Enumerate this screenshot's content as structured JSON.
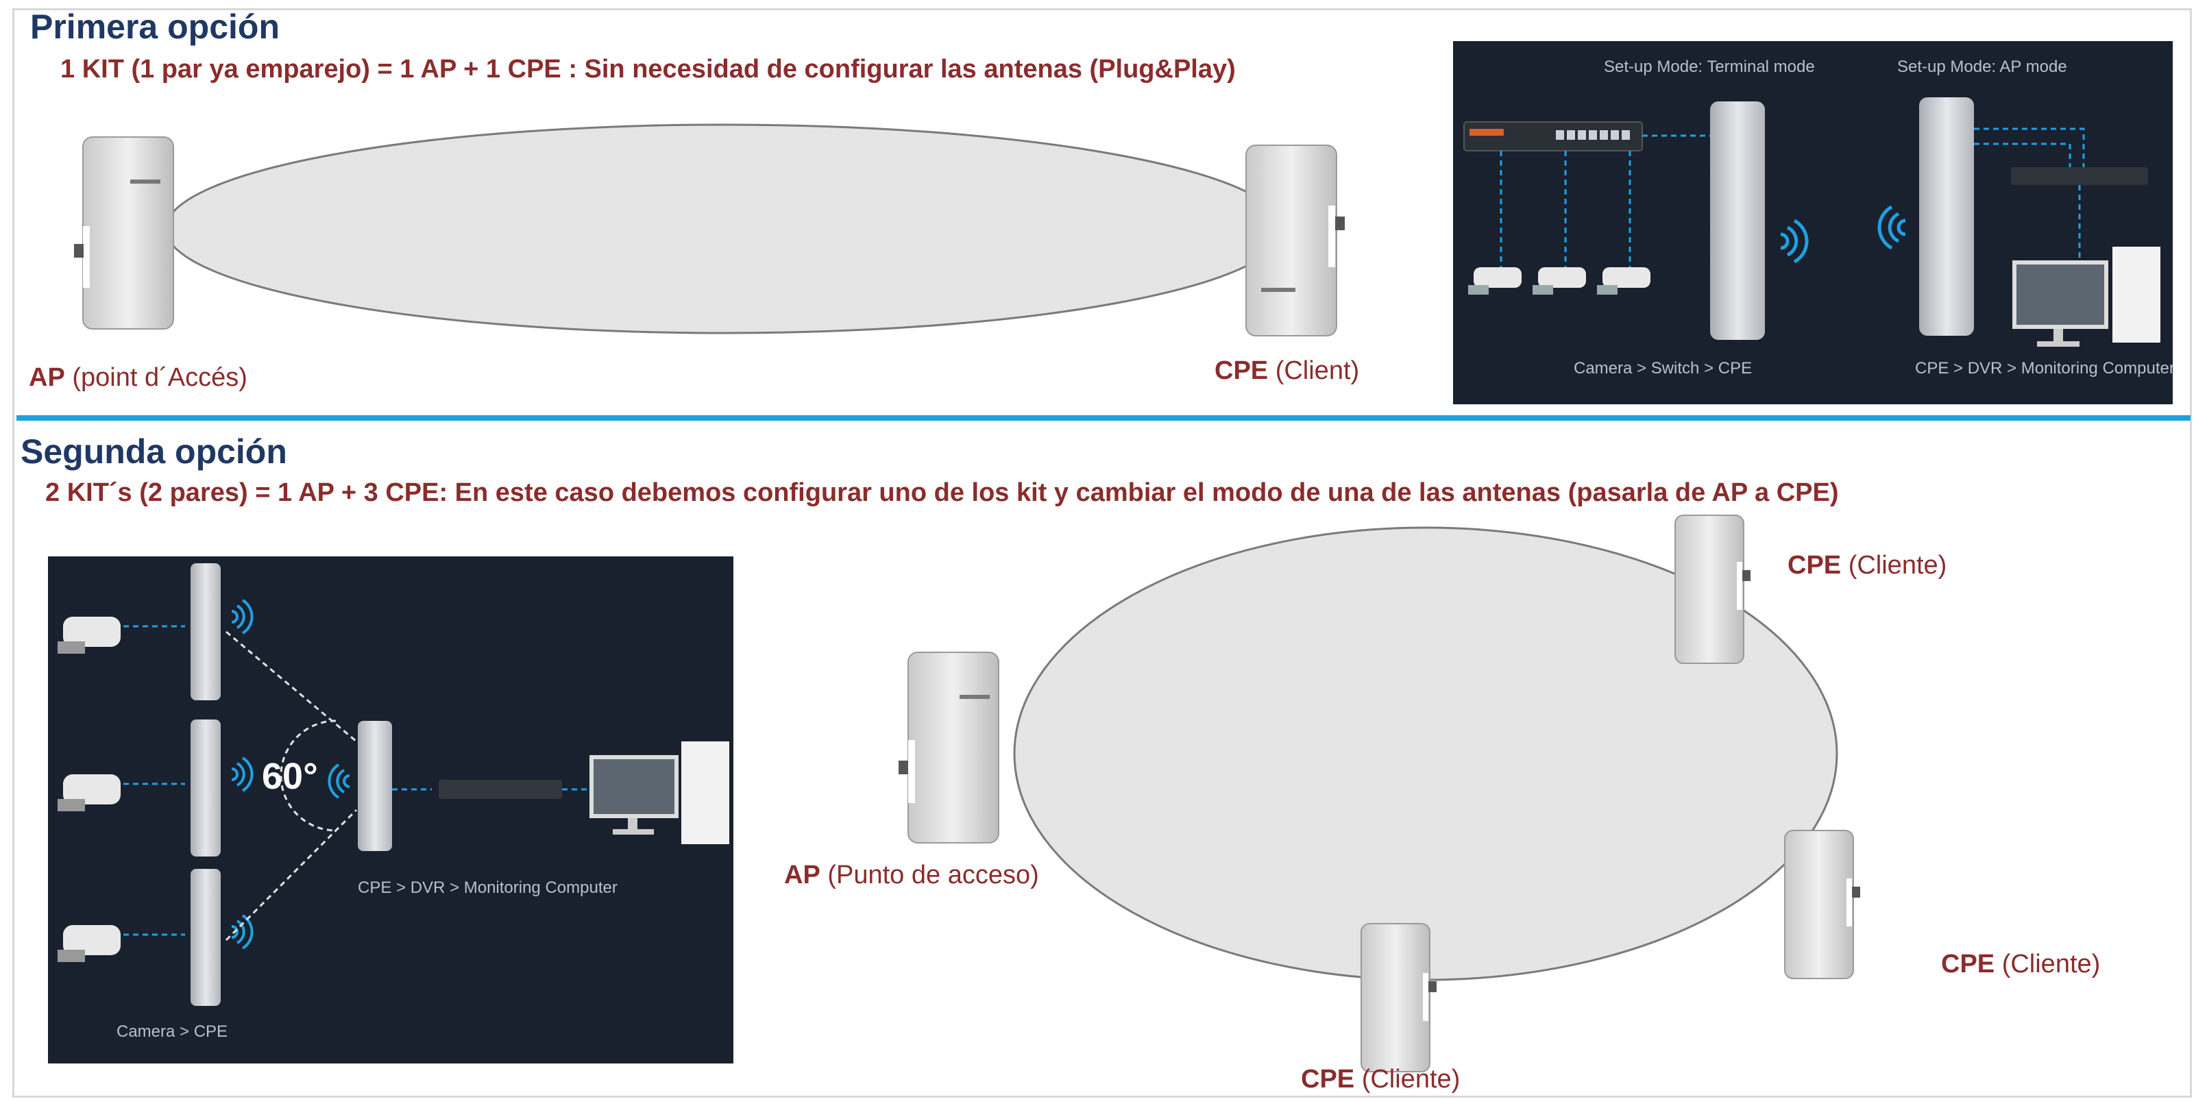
{
  "section1": {
    "title": "Primera opción",
    "subtitle": "1 KIT (1 par  ya emparejo) = 1 AP + 1 CPE : Sin necesidad de configurar las antenas (Plug&Play)",
    "ap_label_bold": "AP",
    "ap_label_rest": " (point d´Accés)",
    "cpe_label_bold": "CPE",
    "cpe_label_rest": " (Client)",
    "panel": {
      "mode_left": "Set-up Mode: Terminal mode",
      "mode_right": "Set-up Mode: AP mode",
      "caption_left": "Camera > Switch > CPE",
      "caption_right": "CPE > DVR > Monitoring Computer"
    }
  },
  "section2": {
    "title": "Segunda opción",
    "subtitle": "2 KIT´s (2 pares) = 1 AP + 3 CPE: En este caso debemos configurar uno de los kit y cambiar el modo de una de las antenas  (pasarla de AP a CPE)",
    "panel": {
      "angle": "60°",
      "caption_right": "CPE > DVR > Monitoring Computer",
      "caption_bottom": "Camera > CPE"
    },
    "ap_label_bold": "AP",
    "ap_label_rest": " (Punto de acceso)",
    "cpe_label_bold": "CPE",
    "cpe_label_rest": " (Cliente)"
  },
  "colors": {
    "heading": "#1f3864",
    "accent_text": "#8b2c2c",
    "divider": "#1ea1e0",
    "panel_bg": "#19202e",
    "signal": "#1ea1e0"
  }
}
